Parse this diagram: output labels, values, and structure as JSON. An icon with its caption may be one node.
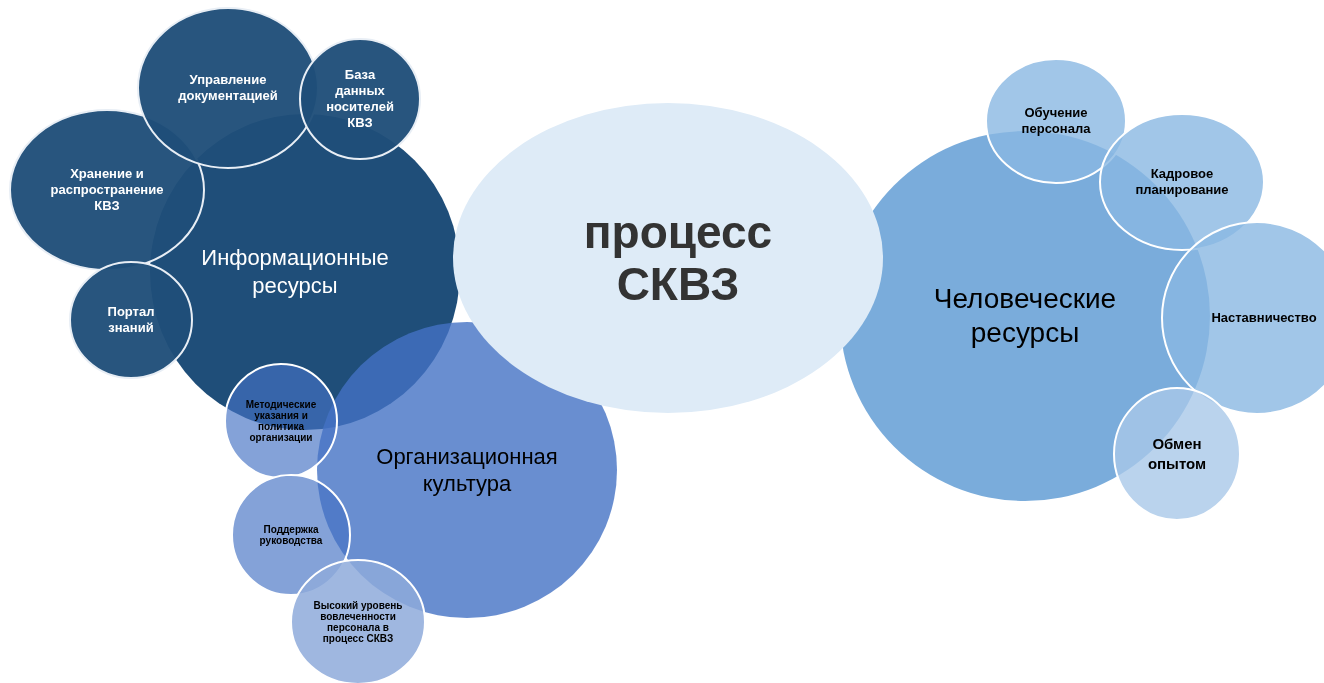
{
  "diagram": {
    "nodes": [
      {
        "text": [
          "Управление документацией"
        ]
      },
      {
        "text": [
          "База данных носителей КВЗ"
        ]
      },
      {
        "text": [
          "Хранение и распространение КВЗ"
        ]
      },
      {
        "text": [
          "Информационные ресурсы"
        ]
      },
      {
        "text": [
          "Портал знаний"
        ]
      },
      {
        "text": [
          "процесс СКВЗ"
        ]
      },
      {
        "text": [
          "Обучение персонала"
        ]
      },
      {
        "text": [
          "Кадровое планирование"
        ]
      },
      {
        "text": [
          "Человеческие ресурсы"
        ]
      },
      {
        "text": [
          "Наставничество"
        ]
      },
      {
        "text": [
          "Методические указания и политика организации"
        ]
      },
      {
        "text": [
          "Организационная культура"
        ]
      },
      {
        "text": [
          "Обмен опытом"
        ]
      },
      {
        "text": [
          "Поддержка руководства"
        ]
      },
      {
        "text": [
          "Высокий уровень вовлеченности персонала в процесс СКВЗ"
        ]
      }
    ]
  }
}
